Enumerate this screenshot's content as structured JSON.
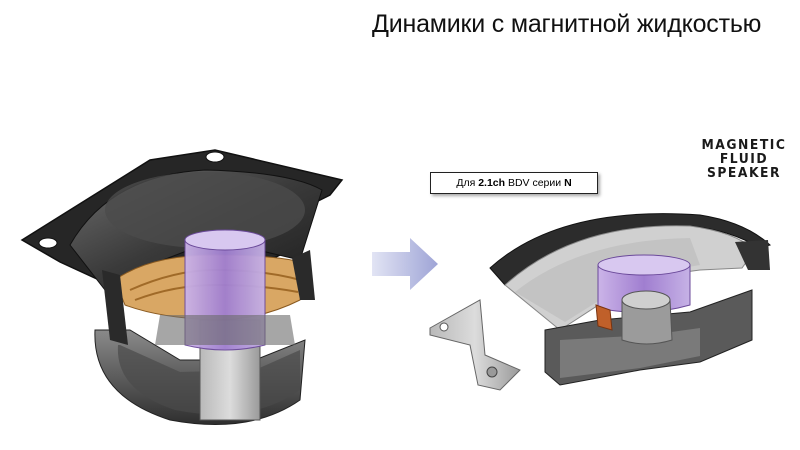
{
  "title": "Динамики с магнитной жидкостью",
  "badge": {
    "prefix": "Для ",
    "channels": "2.1ch",
    "middle": " BDV серии ",
    "series": "N"
  },
  "logo": {
    "line1": "MAGNETIC",
    "line2": "FLUID",
    "line3": "SPEAKER"
  },
  "colors": {
    "arrow": "#aab0de",
    "coil": "#b48dd8",
    "cone": "#3a3a3a",
    "spider": "#d9a764",
    "magnet": "#5a5a5a"
  }
}
